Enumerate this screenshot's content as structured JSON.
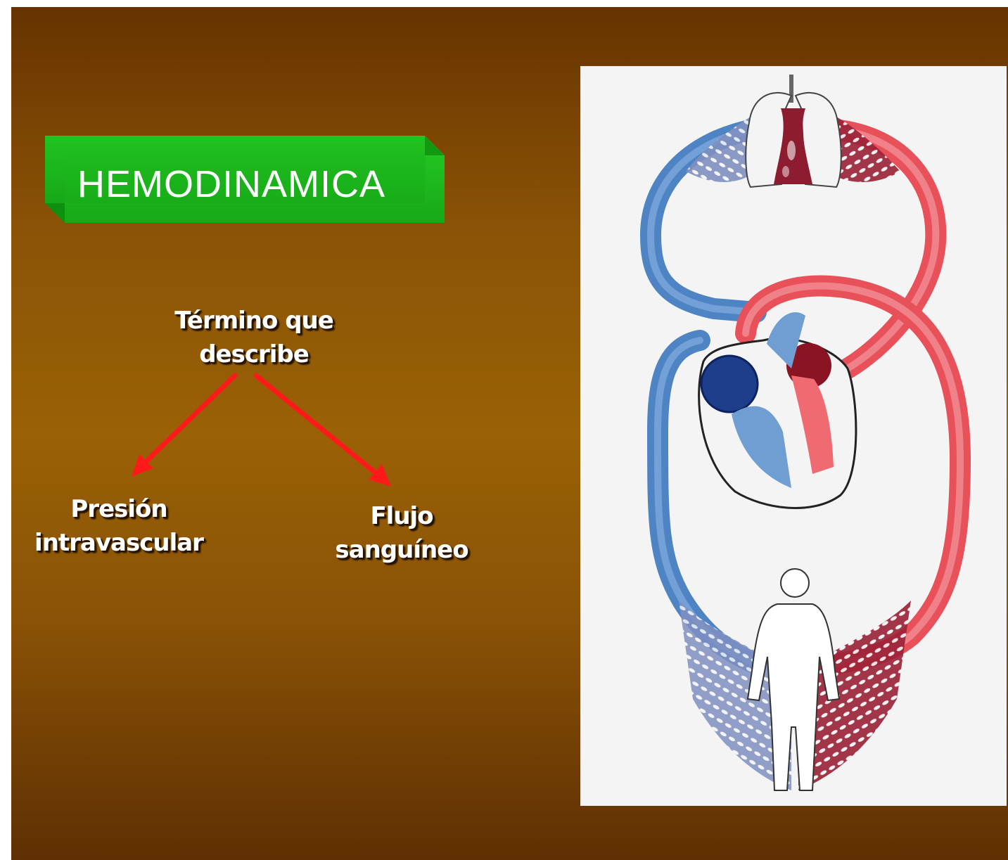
{
  "title": "HEMODINAMICA",
  "concept": {
    "line1": "Término que",
    "line2": "describe"
  },
  "branches": [
    {
      "line1": "Presión",
      "line2": "intravascular"
    },
    {
      "line1": "Flujo",
      "line2": "sanguíneo"
    }
  ],
  "figure": {
    "subject": "circulatory-diagram",
    "top_organ_icon": "lungs-icon",
    "center_organ_icon": "heart-icon",
    "bottom_figure_icon": "human-body-icon"
  },
  "colors": {
    "background_top": "#663300",
    "background_mid": "#9a6106",
    "title_box": "#1fbf1f",
    "arrow": "#ff1a1a",
    "text": "#ffffff",
    "venous_blood": "#4f84c4",
    "arterial_blood": "#e8505a",
    "figure_background": "#f4f4f4"
  }
}
